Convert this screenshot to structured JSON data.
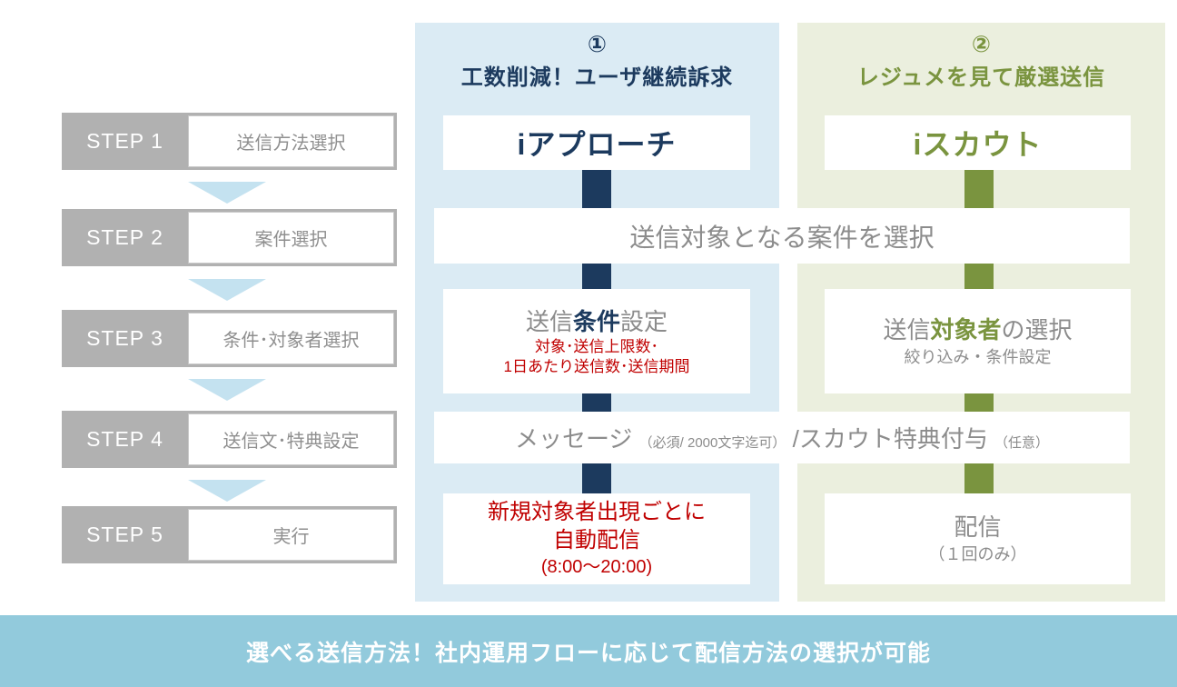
{
  "colors": {
    "navy": "#1c3a5e",
    "olive_green": "#7a943f",
    "panel_blue": "#dbebf4",
    "panel_green": "#ebefde",
    "step_gray": "#b1b1b1",
    "text_gray": "#8c8c8c",
    "accent_red": "#c00000",
    "arrow_light_blue": "#c4e2f0",
    "banner_blue": "#92cadc"
  },
  "steps": [
    {
      "label": "STEP 1",
      "text": "送信方法選択"
    },
    {
      "label": "STEP 2",
      "text": "案件選択"
    },
    {
      "label": "STEP 3",
      "text": "条件･対象者選択"
    },
    {
      "label": "STEP 4",
      "text": "送信文･特典設定"
    },
    {
      "label": "STEP 5",
      "text": "実行"
    }
  ],
  "approach_column": {
    "number": "①",
    "title": "工数削減！ユーザ継続訴求",
    "product": "iアプローチ",
    "condition_box": {
      "pre": "送信",
      "bold": "条件",
      "post": "設定",
      "detail_line1": "対象･送信上限数･",
      "detail_line2": "1日あたり送信数･送信期間"
    },
    "auto_box": {
      "line1": "新規対象者出現ごとに",
      "line2": "自動配信",
      "line3": "(8:00～20:00)"
    }
  },
  "scout_column": {
    "number": "②",
    "title": "レジュメを見て厳選送信",
    "product": "iスカウト",
    "target_box": {
      "pre": "送信",
      "bold": "対象者",
      "post": "の選択",
      "detail": "絞り込み・条件設定"
    },
    "delivery_box": {
      "line1": "配信",
      "line2": "（１回のみ）"
    }
  },
  "shared_rows": {
    "case_select": "送信対象となる案件を選択",
    "message": {
      "main1": "メッセージ ",
      "small1": "（必須/ 2000文字迄可）",
      "main2": " /スカウト特典付与 ",
      "small2": "（任意）"
    }
  },
  "banner": {
    "text": "選べる送信方法！社内運用フローに応じて配信方法の選択が可能"
  }
}
